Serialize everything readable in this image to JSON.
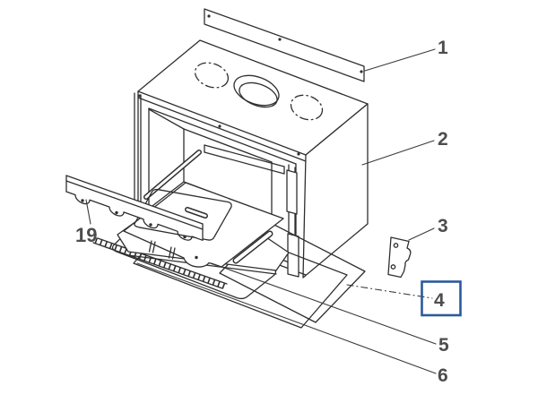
{
  "diagram": {
    "kind": "exploded-parts-line-drawing",
    "subject": "oven assembly",
    "background_color": "#ffffff",
    "line_color": "#2f2f2f",
    "label_color": "#4d4d4d",
    "highlight": {
      "part": "4",
      "border_color": "#2b5a9b"
    },
    "parts": [
      {
        "label": "1"
      },
      {
        "label": "2"
      },
      {
        "label": "3"
      },
      {
        "label": "4"
      },
      {
        "label": "5"
      },
      {
        "label": "6"
      },
      {
        "label": "19"
      }
    ]
  }
}
